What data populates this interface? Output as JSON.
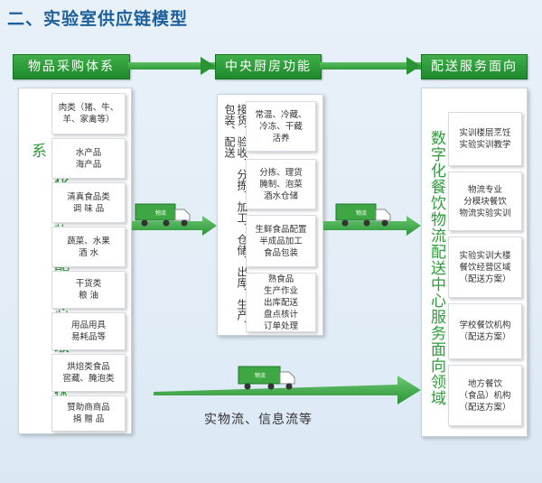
{
  "title": "二、实验室供应链模型",
  "headers": [
    "物品采购体系",
    "中央厨房功能",
    "配送服务面向"
  ],
  "left": {
    "vertical_title": "数字化餐饮物流配送中心梯级采购体系",
    "items": [
      "肉类（猪、牛、\n羊、家禽等）",
      "水产品\n海产品",
      "清真食品类\n调 味 品",
      "蔬菜、水果\n酒  水",
      "干货类\n粮  油",
      "用品用具\n易耗品等",
      "烘焙类食品\n窖藏、腌泡类",
      "赞助商商品\n捐 赠 品"
    ]
  },
  "middle": {
    "vertical_text": "接货、验收、分拣、加工、仓储、出库、生产、包装、配送",
    "items": [
      "常温、冷藏、\n冷冻、干藏\n活养",
      "分拣、理货\n腌制、泡菜\n酒水仓储",
      "生鲜食品配置\n半成品加工\n食品包装",
      "熟食品\n生产作业\n出库配送\n盘点核计\n订单处理"
    ]
  },
  "right": {
    "vertical_title": "数字化餐饮物流配送中心服务面向领域",
    "items": [
      "实训楼层烹饪\n实验实训教学",
      "物流专业\n分模块餐饮\n物流实验实训",
      "实验实训大楼\n餐饮经营区域\n（配送方案）",
      "学校餐饮机构\n（配送方案）",
      "地方餐饮\n（食品）机构\n（配送方案）"
    ]
  },
  "truck_label": "物流",
  "bottom_label": "实物流、信息流等",
  "colors": {
    "green": "#2e9c3a",
    "header_green": "#1f8a2e",
    "title_blue": "#1c5f9a"
  }
}
